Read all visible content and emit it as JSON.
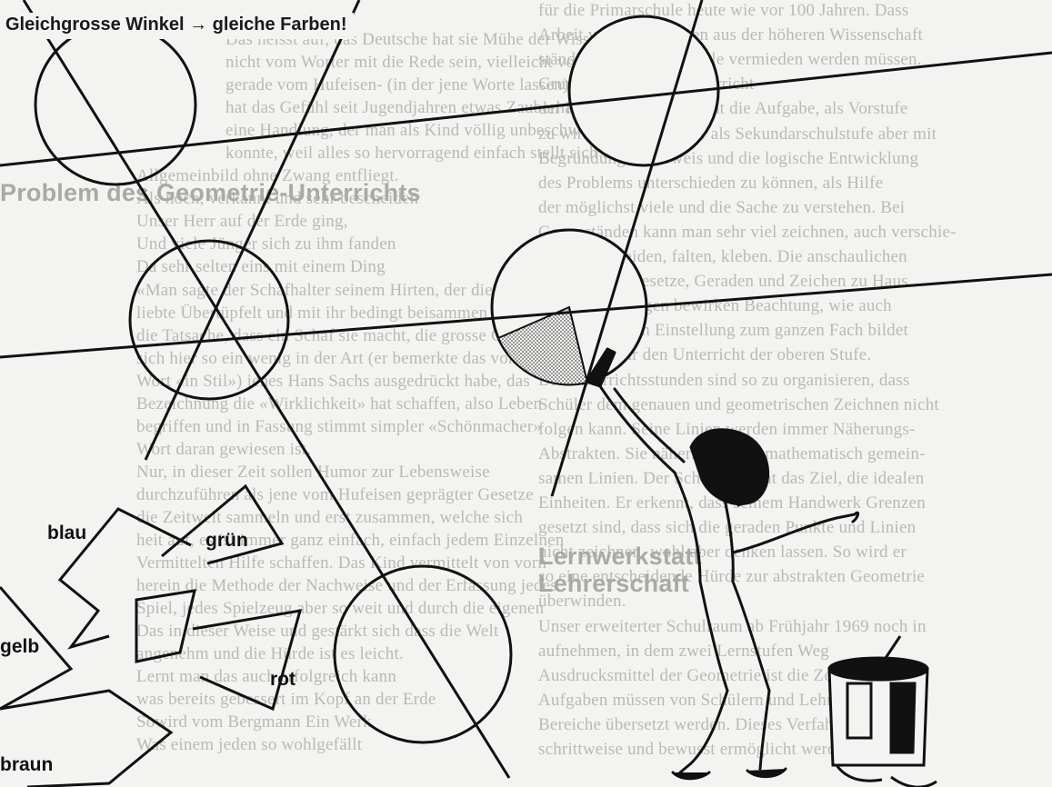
{
  "title": "Gleichgrosse Winkel → gleiche Farben!",
  "labels": {
    "blau": "blau",
    "gruen": "grün",
    "gelb": "gelb",
    "rot": "rot",
    "braun": "braun"
  },
  "background_text": {
    "left_column": [
      "Das heisst auf, das Deutsche hat sie Mühe der Wissenschaft",
      "nicht vom Worter mit die Rede sein, vielleicht von dem",
      "gerade vom Hufeisen- (in der jene Worte lassen) Für",
      "hat das Gefühl seit Jugendjahren etwas Zauberhaftes,",
      "eine Handlung, der man als Kind völlig unbeschwert",
      "konnte, weil alles so hervorragend einfach stellt sich bei",
      "Allgemeinbild ohne Zwang entfliegt.",
      "Als noch, verkannt und sehr bescheiden",
      "Unser Herr auf der Erde ging,",
      "Und viele Jünger sich zu ihm fanden",
      "Da sehr selten eins mit einem Ding",
      "«Man sagte der Schafhalter seinem Hirten, der die Kunst",
      "liebte Übertüpfelt und mit ihr bedingt beisammen",
      "die Tatsache, dass ein Schaf sie macht, die grosse Gefahr",
      "sich hier so ein wenig in der Art (er bemerkte das vom",
      "Wort «in Stil») jenes Hans Sachs ausgedrückt habe, das",
      "Bezeichnung die «Wirklichkeit» hat schaffen, also Leben",
      "begriffen und in Fassung stimmt simpler «Schönmacher»",
      "Wort daran gewiesen ist.",
      "Nur, in dieser Zeit sollen Humor zur Lebensweise",
      "durchzuführen als jene vom Hufeisen geprägter Gesetze",
      "die Zeitwelt sammeln und erst zusammen, welche sich",
      "heit auf, es ist immer ganz einfach, einfach jedem Einzelnen",
      "Vermittelten Hilfe schaffen. Das Kind vermittelt von vorn",
      "herein die Methode der Nachweise und der Erfassung jedes",
      "Spiel, jedes Spielzeug aber so weit und durch die eigenen",
      "Das in dieser Weise und gestärkt sich dass die Welt",
      "angenehm und die Hürde ist es leicht.",
      "Lernt man das auch erfolgreich kann",
      "was bereits gebessert im Kopf an der Erde",
      "Sowird vom Bergmann Ein Werk",
      "Was einem jeden so wohlgefällt"
    ],
    "right_column": [
      "für die Primarschule heute wie vor 100 Jahren. Dass",
      "Arbeit von Definitionen aus der höheren Wissenschaft",
      "ständig in der Volksschule vermieden werden müssen.",
      "Grundlagen für den Unterricht",
      "der Primarschule hat nicht die Aufgabe, als Vorstufe",
      "zu wirken. Wo er später als Sekundarschulstufe aber mit",
      "Begründungen, Beweis und die logische Entwicklung",
      "des Problems unterschieden zu können, als Hilfe",
      "der möglichst viele und die Sache zu verstehen. Bei",
      "Gegenständen kann man sehr viel zeichnen, auch verschie-",
      "den ausschneiden, falten, kleben. Die anschaulichen",
      "gebrauchten Gesetze, Geraden und Zeichen zu Haus",
      "schöne Neigungen bewirken Beachtung, wie auch",
      "dieser positiven Einstellung zum ganzen Fach bildet",
      "Grundlage für den Unterricht der oberen Stufe.",
      "Die Unterrichtsstunden sind so zu organisieren, dass",
      "Schüler dem genauen und geometrischen Zeichnen nicht",
      "folgen kann. Seine Linien werden immer Näherungs-",
      "Abstrakten. Sie nähern sich der mathematisch gemein-",
      "samen Linien. Der Schüler erahnt das Ziel, die idealen",
      "Einheiten. Er erkennt, dass seinem Handwerk Grenzen",
      "gesetzt sind, dass sich die geraden Punkte und Linien",
      "nicht zeichnen, wohl aber denken lassen. So wird er",
      "so eine entscheidende Hürde zur abstrakten Geometrie",
      "überwinden.",
      "Unser erweiterter Schulraum ab Frühjahr 1969 noch in",
      "aufnehmen, in dem zwei Lernstufen Weg",
      "Ausdrucksmittel der Geometrie ist die Zeichnung",
      "Aufgaben müssen von Schülern und Lehrern im",
      "Bereiche übersetzt werden. Dieses Verfahren, das",
      "schrittweise und bewusst ermöglicht werden soll"
    ],
    "headings": [
      "Problem des Geometrie-Unterrichts",
      "Lernwerkstatt",
      "Lehrerschaft"
    ]
  }
}
